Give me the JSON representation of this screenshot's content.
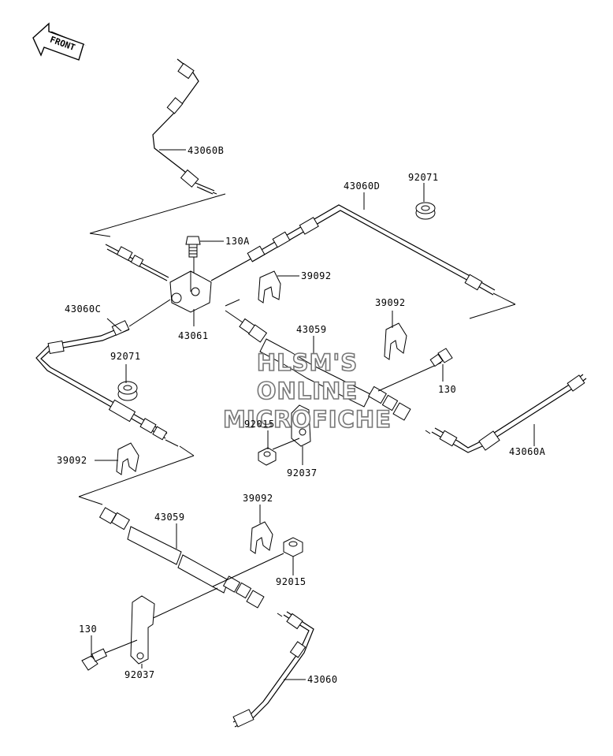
{
  "front_arrow": {
    "text": "FRONT"
  },
  "watermark": [
    "HLSM'S",
    "ONLINE",
    "MICROFICHE"
  ],
  "labels": {
    "p43060B": "43060B",
    "p130A": "130A",
    "p43060D": "43060D",
    "p92071_top": "92071",
    "p39092_a": "39092",
    "p43060C": "43060C",
    "p43061": "43061",
    "p39092_b": "39092",
    "p43059_a": "43059",
    "p92071_left": "92071",
    "p130_right": "130",
    "p92015_a": "92015",
    "p43060A": "43060A",
    "p92037_a": "92037",
    "p39092_c": "39092",
    "p39092_d": "39092",
    "p43059_b": "43059",
    "p92015_b": "92015",
    "p130_left": "130",
    "p92037_b": "92037",
    "p43060": "43060"
  }
}
